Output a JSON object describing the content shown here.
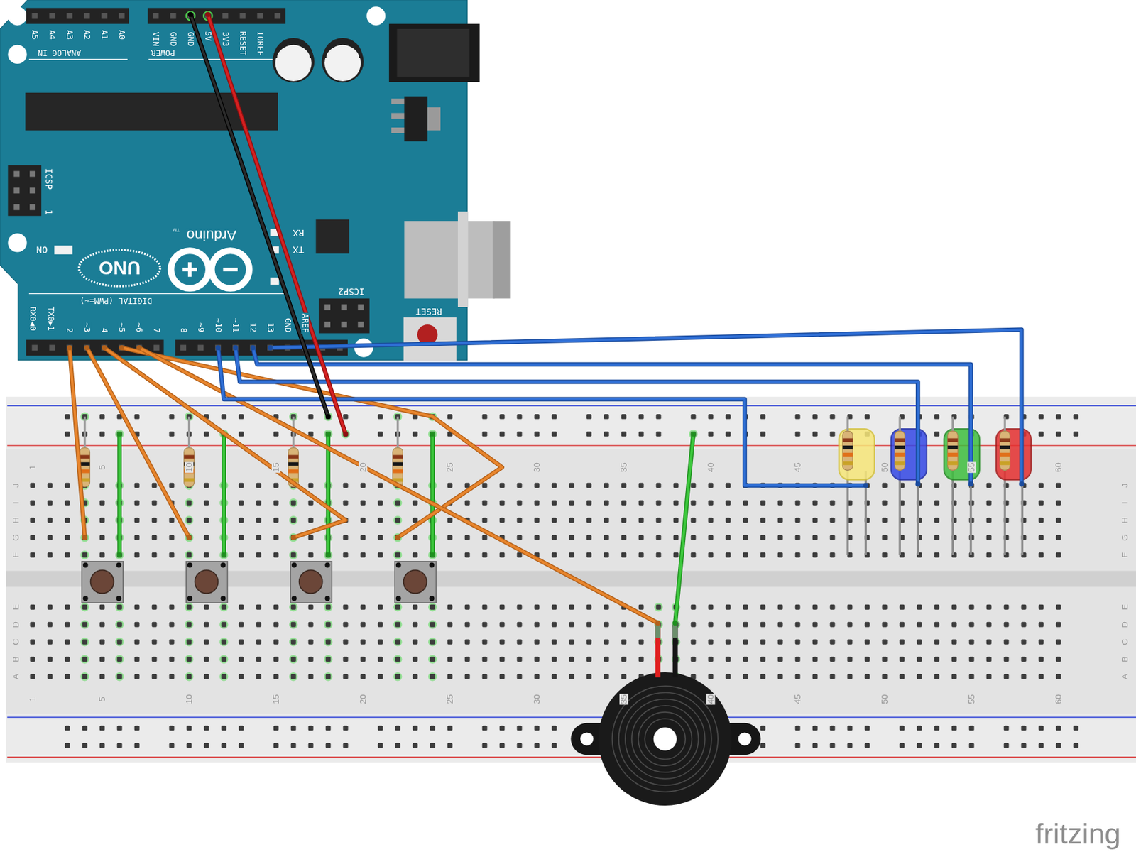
{
  "diagram": {
    "labels": [
      "A5",
      "A4",
      "A3",
      "A2",
      "A1",
      "A0",
      "ANALOG IN",
      "VIN",
      "GND",
      "GND",
      "5V",
      "3V3",
      "RESET",
      "IOREF",
      "POWER",
      "ICSP",
      "1",
      "ON",
      "UNO",
      "Arduino",
      "TM",
      "RX",
      "TX",
      "DIGITAL (PWM=~)",
      "RX0◀0",
      "TX0▶1",
      "2",
      "~3",
      "4",
      "~5",
      "~6",
      "7",
      "8",
      "~9",
      "~10",
      "~11",
      "12",
      "13",
      "GND",
      "AREF",
      "ICSP2",
      "RESET",
      "1",
      "5",
      "10",
      "15",
      "20",
      "25",
      "30",
      "35",
      "40",
      "45",
      "50",
      "55",
      "60",
      "1",
      "5",
      "10",
      "15",
      "20",
      "25",
      "30",
      "35",
      "40",
      "45",
      "50",
      "55",
      "60",
      "J",
      "I",
      "H",
      "G",
      "F",
      "E",
      "D",
      "C",
      "B",
      "A",
      "J",
      "I",
      "H",
      "G",
      "F",
      "E",
      "D",
      "C",
      "B",
      "A",
      "fritzing"
    ]
  }
}
